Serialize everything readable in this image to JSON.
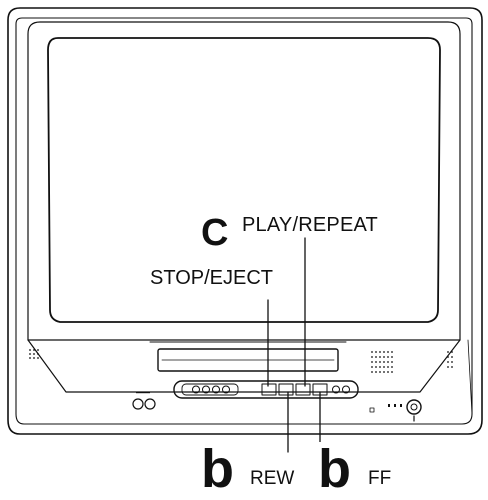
{
  "labels": {
    "c_marker": "C",
    "play_repeat": "PLAY/REPEAT",
    "stop_eject": "STOP/EJECT",
    "rew_marker": "b",
    "rew": "REW",
    "ff_marker": "b",
    "ff": "FF"
  },
  "colors": {
    "line": "#111111",
    "background": "#ffffff"
  }
}
